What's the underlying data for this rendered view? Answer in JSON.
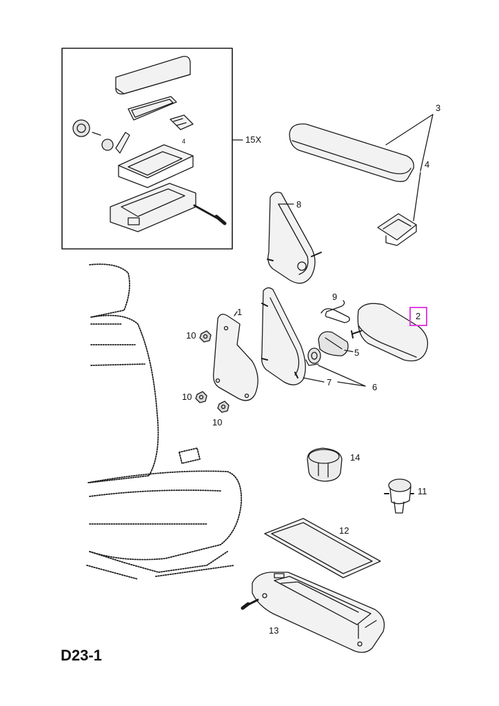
{
  "diagram_code": "D23-1",
  "inset_label": "15X",
  "inset_sublabel": "4",
  "highlighted_part": "2",
  "part_labels": {
    "p1": "1",
    "p2": "2",
    "p3": "3",
    "p4": "4",
    "p5": "5",
    "p6": "6",
    "p7": "7",
    "p8": "8",
    "p9": "9",
    "p10a": "10",
    "p10b": "10",
    "p10c": "10",
    "p11": "11",
    "p12": "12",
    "p13": "13",
    "p14": "14"
  },
  "colors": {
    "line": "#1a1a1a",
    "part_fill": "#f2f2f2",
    "highlight": "#e040e0"
  }
}
